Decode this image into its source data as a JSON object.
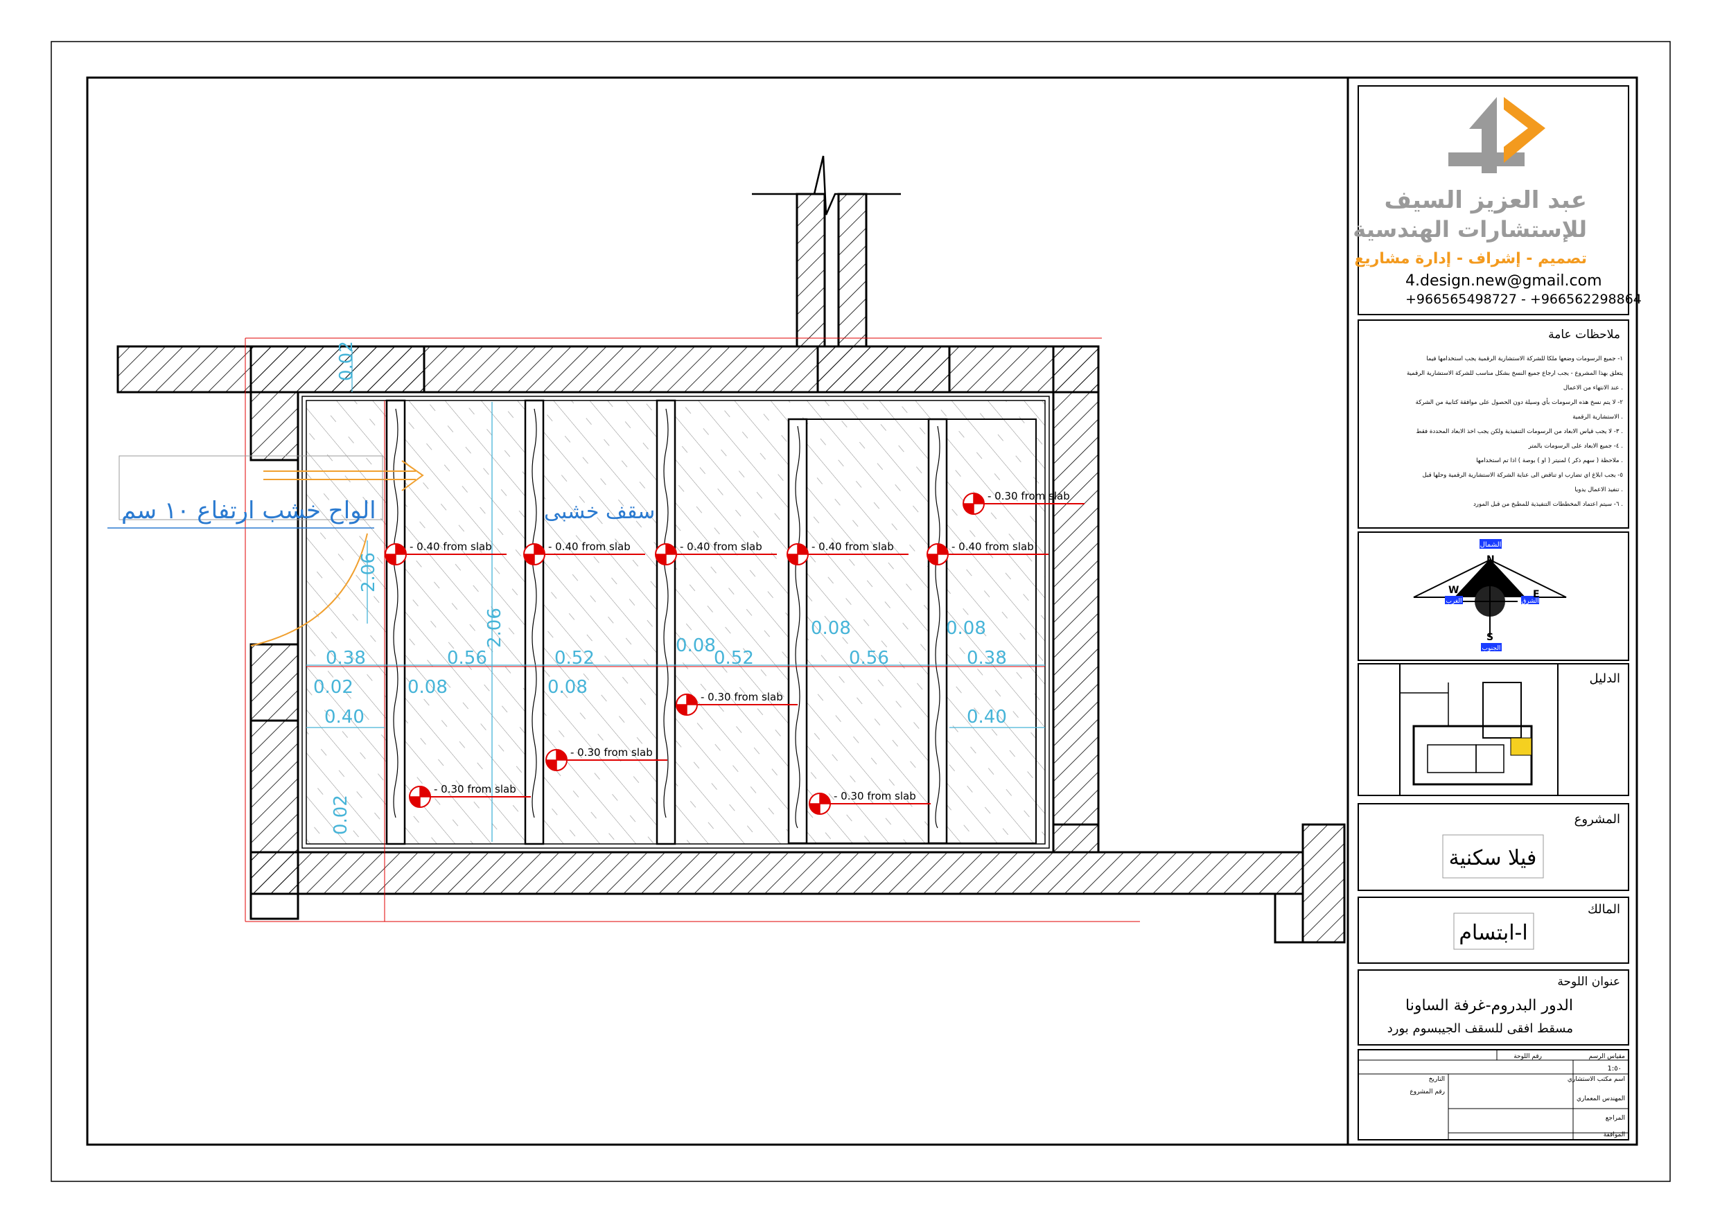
{
  "colors": {
    "line": "#000000",
    "dim": "#46b4d8",
    "red": "#e00000",
    "orange": "#f0a030",
    "logo_gray": "#9a9a9a",
    "logo_orange": "#f39a1e",
    "blue_text": "#2a7ad0"
  },
  "drawing": {
    "labels": {
      "wood_boards": "الواح خشب ارتفاع ١٠ سم",
      "wood_ceiling": "سقف خشبى"
    },
    "level_markers": [
      {
        "id": "m1",
        "text": "- 0.40 from slab"
      },
      {
        "id": "m2",
        "text": "- 0.40 from slab"
      },
      {
        "id": "m3",
        "text": "- 0.40 from slab"
      },
      {
        "id": "m4",
        "text": "- 0.40 from slab"
      },
      {
        "id": "m5",
        "text": "- 0.40 from slab"
      },
      {
        "id": "m6",
        "text": "- 0.30 from slab"
      },
      {
        "id": "m7",
        "text": "- 0.30 from slab"
      },
      {
        "id": "m8",
        "text": "- 0.30 from slab"
      },
      {
        "id": "m9",
        "text": "- 0.30 from slab"
      },
      {
        "id": "m10",
        "text": "- 0.30 from slab"
      }
    ],
    "dimensions": {
      "d1": "0.38",
      "d2": "0.56",
      "d3": "0.52",
      "d4": "0.52",
      "d5": "0.56",
      "d6": "0.38",
      "d7": "0.02",
      "d8": "0.08",
      "d9": "0.08",
      "d10": "0.08",
      "d11": "0.08",
      "d12": "0.08",
      "d13": "0.40",
      "d14": "0.40",
      "d15": "2.06",
      "d16": "2.06",
      "d17": "0.02",
      "d18": "0.02"
    }
  },
  "title_block": {
    "company_line1": "عبد العزيز السيف",
    "company_line2": "للإستشارات الهندسية",
    "company_tagline": "تصميم - إشراف - إدارة مشاريع",
    "email": "4.design.new@gmail.com",
    "phones": "+966565498727 - +966562298864",
    "notes_title": "ملاحظات عامة",
    "notes": [
      "١- جميع الرسومات وضعها ملكا للشركة الاستشارية الرقمية يجب استخدامها فيما",
      "يتعلق بهذا المشروع - يجب ارجاع جميع النسخ بشكل مناسب للشركة الاستشارية الرقمية",
      "عند الانتهاء من الاعمال .",
      "٢- لا يتم نسخ هذه الرسومات بأي وسيلة دون الحصول على موافقة كتابية من الشركة",
      "الاستشارية الرقمية .",
      "٣- لا يجب قياس الابعاد من الرسومات التنفيذية ولكن يجب اخذ الابعاد المحددة فقط .",
      "٤- جميع الابعاد على الرسومات بالمتر .",
      "ملاحظة ( سهم ذكر ) لمنيتر ( او ) بوصة ) اذا تم استخدامها .",
      "٥- يجب ابلاغ اي تضارب او تناقض الى عناية الشركة الاستشارية الرقمية وحلها قبل",
      "تنفيذ الاعمال يدويا .",
      "٦- سيتم اعتماد المخططات التنفيذية للمطبخ من قبل المورد ."
    ],
    "compass": {
      "N": "N",
      "S": "S",
      "E": "E",
      "W": "W",
      "north_label": "الشمال",
      "south_label": "الجنوب",
      "east_label": "الشرق",
      "west_label": "الغرب"
    },
    "key_plan_label": "الدليل",
    "project_label": "المشروع",
    "project_value": "فيلا سكنية",
    "owner_label": "المالك",
    "owner_value": "ا-ابتسام",
    "sheet_title_label": "عنوان اللوحة",
    "sheet_title_line1": "الدور البدروم-غرفة الساونا",
    "sheet_title_line2": "مسقط افقى للسقف الجيبسوم بورد",
    "table": {
      "scale_label": "مقياس الرسم",
      "sheet_no_label": "رقم اللوحة",
      "scale_value": "1:٥٠",
      "date_label": "التاريخ",
      "project_no_label": "رقم المشروع",
      "consultant_label": "اسم مكتب الاستشاري",
      "architect_label": "المهندس المعماري",
      "reviewer_label": "المراجع",
      "approval_label": "الموافقة"
    }
  }
}
